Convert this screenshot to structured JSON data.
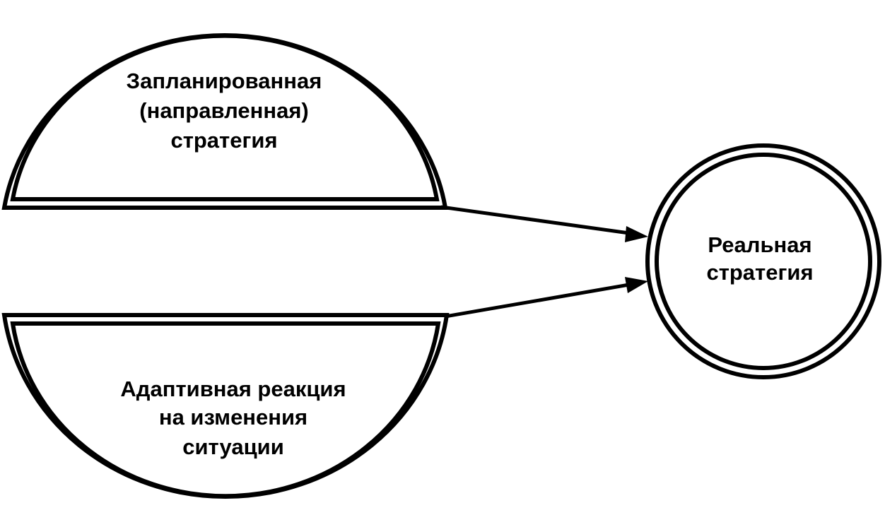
{
  "diagram": {
    "planned": {
      "line1": "Запланированная",
      "line2": "(направленная)",
      "line3": "стратегия"
    },
    "adaptive": {
      "line1": "Адаптивная реакция",
      "line2": "на изменения",
      "line3": "ситуации"
    },
    "real": {
      "line1": "Реальная",
      "line2": "стратегия"
    }
  },
  "colors": {
    "stroke": "#000000",
    "background": "#ffffff"
  }
}
